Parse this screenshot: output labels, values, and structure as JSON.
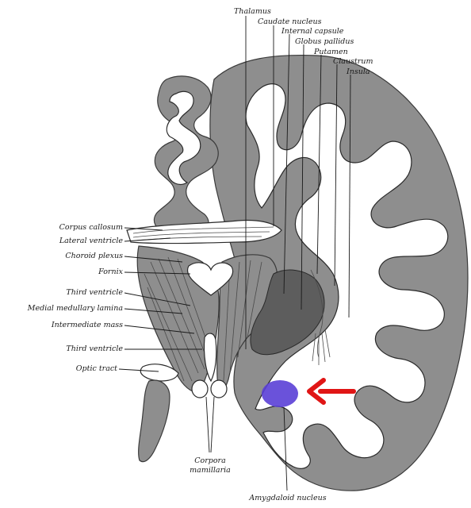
{
  "labels": {
    "thalamus": "Thalamus",
    "caudate_nucleus": "Caudate nucleus",
    "internal_capsule": "Internal capsule",
    "globus_pallidus": "Globus pallidus",
    "putamen": "Putamen",
    "claustrum": "Claustrum",
    "insula": "Insula",
    "corpus_callosum": "Corpus callosum",
    "lateral_ventricle": "Lateral ventricle",
    "choroid_plexus": "Choroid plexus",
    "fornix": "Fornix",
    "third_ventricle_upper": "Third ventricle",
    "medial_medullary_lamina": "Medial medullary lamina",
    "intermediate_mass": "Intermediate mass",
    "third_ventricle_lower": "Third ventricle",
    "optic_tract": "Optic tract",
    "corpora_mamillaria_line1": "Corpora",
    "corpora_mamillaria_line2": "mamillaria",
    "amygdaloid_nucleus": "Amygdaloid nucleus"
  },
  "colors": {
    "highlight": "#5a3fd6",
    "arrow": "#e01515"
  }
}
